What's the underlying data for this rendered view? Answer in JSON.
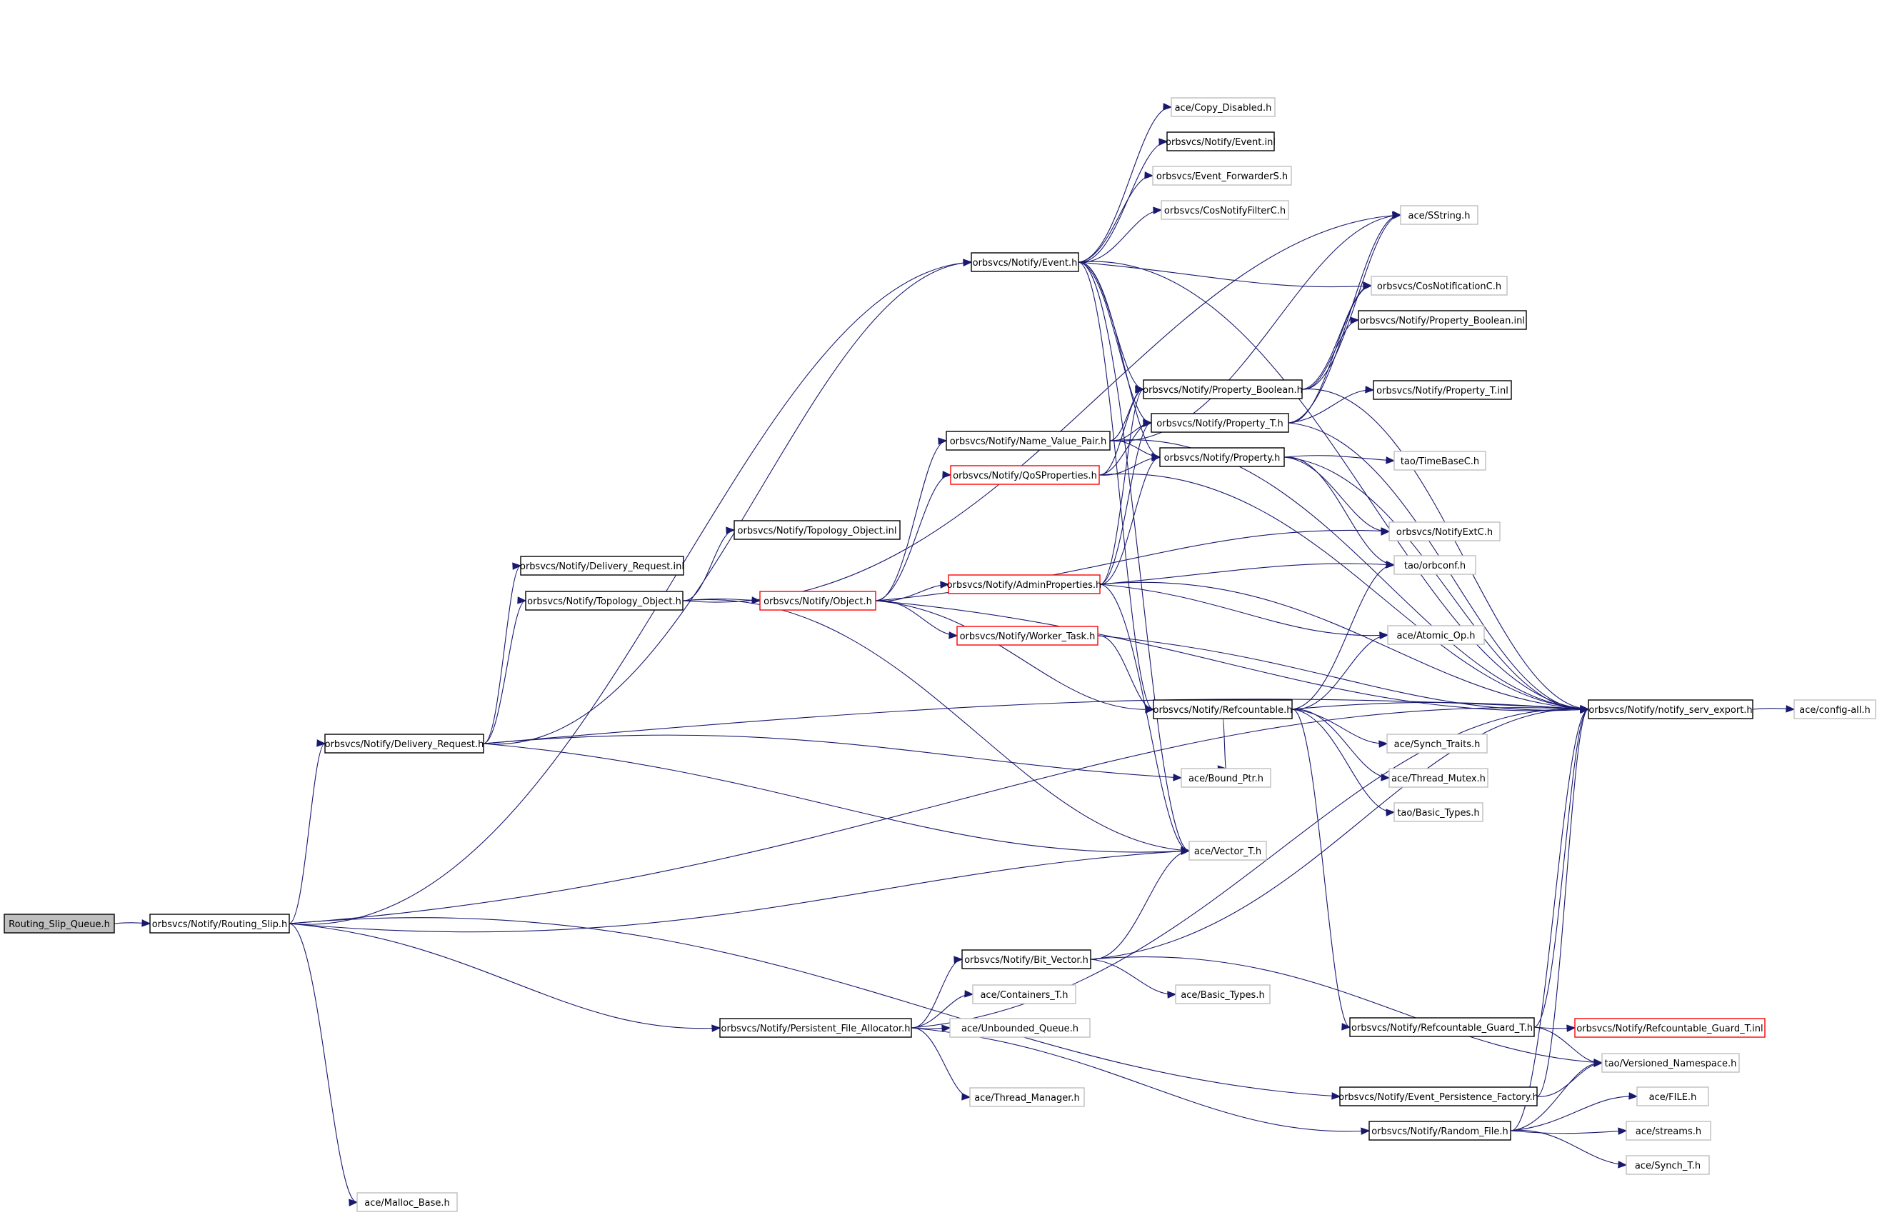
{
  "colors": {
    "edge": "#191970",
    "border_normal": "#000000",
    "border_external": "#bfbfbf",
    "border_truncated": "#ff0000",
    "root_fill": "#bfbfbf",
    "fill": "#ffffff"
  },
  "nodes": [
    {
      "id": "rsq",
      "label": "Routing_Slip_Queue.h",
      "kind": "root"
    },
    {
      "id": "rs",
      "label": "orbsvcs/Notify/Routing_Slip.h",
      "kind": "normal"
    },
    {
      "id": "ev",
      "label": "orbsvcs/Notify/Event.h",
      "kind": "normal"
    },
    {
      "id": "cpd",
      "label": "ace/Copy_Disabled.h",
      "kind": "external"
    },
    {
      "id": "evinl",
      "label": "orbsvcs/Notify/Event.inl",
      "kind": "normal"
    },
    {
      "id": "efs",
      "label": "orbsvcs/Event_ForwarderS.h",
      "kind": "external"
    },
    {
      "id": "cnf",
      "label": "orbsvcs/CosNotifyFilterC.h",
      "kind": "external"
    },
    {
      "id": "sstr",
      "label": "ace/SString.h",
      "kind": "external"
    },
    {
      "id": "cnc",
      "label": "orbsvcs/CosNotificationC.h",
      "kind": "external"
    },
    {
      "id": "pbinl",
      "label": "orbsvcs/Notify/Property_Boolean.inl",
      "kind": "normal"
    },
    {
      "id": "pb",
      "label": "orbsvcs/Notify/Property_Boolean.h",
      "kind": "normal"
    },
    {
      "id": "ptinl",
      "label": "orbsvcs/Notify/Property_T.inl",
      "kind": "normal"
    },
    {
      "id": "pt",
      "label": "orbsvcs/Notify/Property_T.h",
      "kind": "normal"
    },
    {
      "id": "nvp",
      "label": "orbsvcs/Notify/Name_Value_Pair.h",
      "kind": "normal"
    },
    {
      "id": "prop",
      "label": "orbsvcs/Notify/Property.h",
      "kind": "normal"
    },
    {
      "id": "tbc",
      "label": "tao/TimeBaseC.h",
      "kind": "external"
    },
    {
      "id": "qos",
      "label": "orbsvcs/Notify/QoSProperties.h",
      "kind": "truncated"
    },
    {
      "id": "toinl",
      "label": "orbsvcs/Notify/Topology_Object.inl",
      "kind": "normal"
    },
    {
      "id": "nec",
      "label": "orbsvcs/NotifyExtC.h",
      "kind": "external"
    },
    {
      "id": "drinl",
      "label": "orbsvcs/Notify/Delivery_Request.inl",
      "kind": "normal"
    },
    {
      "id": "orbconf",
      "label": "tao/orbconf.h",
      "kind": "external"
    },
    {
      "id": "to",
      "label": "orbsvcs/Notify/Topology_Object.h",
      "kind": "normal"
    },
    {
      "id": "obj",
      "label": "orbsvcs/Notify/Object.h",
      "kind": "truncated"
    },
    {
      "id": "adm",
      "label": "orbsvcs/Notify/AdminProperties.h",
      "kind": "truncated"
    },
    {
      "id": "atom",
      "label": "ace/Atomic_Op.h",
      "kind": "external"
    },
    {
      "id": "wt",
      "label": "orbsvcs/Notify/Worker_Task.h",
      "kind": "truncated"
    },
    {
      "id": "ref",
      "label": "orbsvcs/Notify/Refcountable.h",
      "kind": "normal"
    },
    {
      "id": "nse",
      "label": "orbsvcs/Notify/notify_serv_export.h",
      "kind": "normal"
    },
    {
      "id": "cfg",
      "label": "ace/config-all.h",
      "kind": "external"
    },
    {
      "id": "dr",
      "label": "orbsvcs/Notify/Delivery_Request.h",
      "kind": "normal"
    },
    {
      "id": "st",
      "label": "ace/Synch_Traits.h",
      "kind": "external"
    },
    {
      "id": "tm",
      "label": "ace/Thread_Mutex.h",
      "kind": "external"
    },
    {
      "id": "bptr",
      "label": "ace/Bound_Ptr.h",
      "kind": "external"
    },
    {
      "id": "bt",
      "label": "tao/Basic_Types.h",
      "kind": "external"
    },
    {
      "id": "vec",
      "label": "ace/Vector_T.h",
      "kind": "external"
    },
    {
      "id": "bv",
      "label": "orbsvcs/Notify/Bit_Vector.h",
      "kind": "normal"
    },
    {
      "id": "cont",
      "label": "ace/Containers_T.h",
      "kind": "external"
    },
    {
      "id": "abt",
      "label": "ace/Basic_Types.h",
      "kind": "external"
    },
    {
      "id": "pfa",
      "label": "orbsvcs/Notify/Persistent_File_Allocator.h",
      "kind": "normal"
    },
    {
      "id": "ubq",
      "label": "ace/Unbounded_Queue.h",
      "kind": "external"
    },
    {
      "id": "rgt",
      "label": "orbsvcs/Notify/Refcountable_Guard_T.h",
      "kind": "normal"
    },
    {
      "id": "rgtinl",
      "label": "orbsvcs/Notify/Refcountable_Guard_T.inl",
      "kind": "truncated"
    },
    {
      "id": "vns",
      "label": "tao/Versioned_Namespace.h",
      "kind": "external"
    },
    {
      "id": "thm",
      "label": "ace/Thread_Manager.h",
      "kind": "external"
    },
    {
      "id": "epf",
      "label": "orbsvcs/Notify/Event_Persistence_Factory.h",
      "kind": "normal"
    },
    {
      "id": "file",
      "label": "ace/FILE.h",
      "kind": "external"
    },
    {
      "id": "rf",
      "label": "orbsvcs/Notify/Random_File.h",
      "kind": "normal"
    },
    {
      "id": "streams",
      "label": "ace/streams.h",
      "kind": "external"
    },
    {
      "id": "synt",
      "label": "ace/Synch_T.h",
      "kind": "external"
    },
    {
      "id": "malloc",
      "label": "ace/Malloc_Base.h",
      "kind": "external"
    }
  ],
  "edges": [
    [
      "rsq",
      "rs"
    ],
    [
      "rs",
      "ev"
    ],
    [
      "rs",
      "dr"
    ],
    [
      "rs",
      "vec"
    ],
    [
      "rs",
      "nse"
    ],
    [
      "rs",
      "pfa"
    ],
    [
      "rs",
      "epf"
    ],
    [
      "rs",
      "malloc"
    ],
    [
      "ev",
      "cpd"
    ],
    [
      "ev",
      "evinl"
    ],
    [
      "ev",
      "efs"
    ],
    [
      "ev",
      "cnf"
    ],
    [
      "ev",
      "nse"
    ],
    [
      "ev",
      "cnc"
    ],
    [
      "ev",
      "pb"
    ],
    [
      "ev",
      "pt"
    ],
    [
      "ev",
      "prop"
    ],
    [
      "ev",
      "ref"
    ],
    [
      "ev",
      "vec"
    ],
    [
      "dr",
      "drinl"
    ],
    [
      "dr",
      "to"
    ],
    [
      "dr",
      "ev"
    ],
    [
      "dr",
      "bptr"
    ],
    [
      "dr",
      "vec"
    ],
    [
      "dr",
      "nse"
    ],
    [
      "to",
      "toinl"
    ],
    [
      "to",
      "obj"
    ],
    [
      "to",
      "sstr"
    ],
    [
      "to",
      "vec"
    ],
    [
      "obj",
      "nvp"
    ],
    [
      "obj",
      "qos"
    ],
    [
      "obj",
      "adm"
    ],
    [
      "obj",
      "wt"
    ],
    [
      "obj",
      "ref"
    ],
    [
      "obj",
      "nec"
    ],
    [
      "obj",
      "nse"
    ],
    [
      "nvp",
      "pb"
    ],
    [
      "nvp",
      "pt"
    ],
    [
      "nvp",
      "prop"
    ],
    [
      "nvp",
      "sstr"
    ],
    [
      "nvp",
      "nse"
    ],
    [
      "qos",
      "prop"
    ],
    [
      "qos",
      "pt"
    ],
    [
      "qos",
      "pb"
    ],
    [
      "qos",
      "nse"
    ],
    [
      "adm",
      "prop"
    ],
    [
      "adm",
      "pt"
    ],
    [
      "adm",
      "pb"
    ],
    [
      "adm",
      "orbconf"
    ],
    [
      "adm",
      "atom"
    ],
    [
      "adm",
      "nse"
    ],
    [
      "adm",
      "vec"
    ],
    [
      "wt",
      "ref"
    ],
    [
      "wt",
      "nse"
    ],
    [
      "pb",
      "cnc"
    ],
    [
      "pb",
      "sstr"
    ],
    [
      "pb",
      "nse"
    ],
    [
      "pb",
      "pbinl"
    ],
    [
      "pt",
      "sstr"
    ],
    [
      "pt",
      "cnc"
    ],
    [
      "pt",
      "ptinl"
    ],
    [
      "pt",
      "nse"
    ],
    [
      "prop",
      "tbc"
    ],
    [
      "prop",
      "nec"
    ],
    [
      "prop",
      "orbconf"
    ],
    [
      "prop",
      "nse"
    ],
    [
      "ref",
      "nse"
    ],
    [
      "ref",
      "st"
    ],
    [
      "ref",
      "tm"
    ],
    [
      "ref",
      "bt"
    ],
    [
      "ref",
      "orbconf"
    ],
    [
      "ref",
      "atom"
    ],
    [
      "ref",
      "rgt"
    ],
    [
      "ref",
      "bptr"
    ],
    [
      "nse",
      "cfg"
    ],
    [
      "bv",
      "vec"
    ],
    [
      "bv",
      "nse"
    ],
    [
      "bv",
      "abt"
    ],
    [
      "bv",
      "vns"
    ],
    [
      "pfa",
      "bv"
    ],
    [
      "pfa",
      "cont"
    ],
    [
      "pfa",
      "ubq"
    ],
    [
      "pfa",
      "thm"
    ],
    [
      "pfa",
      "rf"
    ],
    [
      "pfa",
      "nse"
    ],
    [
      "rgt",
      "rgtinl"
    ],
    [
      "rgt",
      "nse"
    ],
    [
      "rgt",
      "vns"
    ],
    [
      "epf",
      "nse"
    ],
    [
      "epf",
      "vns"
    ],
    [
      "rf",
      "file"
    ],
    [
      "rf",
      "streams"
    ],
    [
      "rf",
      "synt"
    ],
    [
      "rf",
      "nse"
    ],
    [
      "rf",
      "vns"
    ]
  ]
}
